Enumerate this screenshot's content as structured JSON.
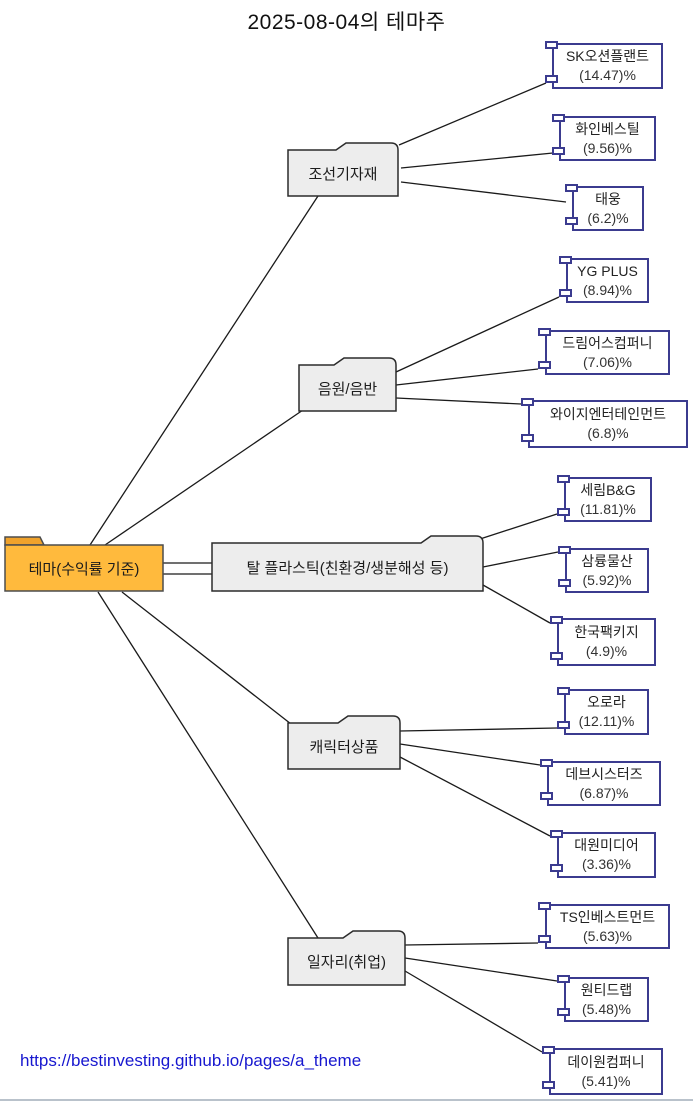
{
  "title": "2025-08-04의 테마주",
  "root": {
    "label": "테마(수익률 기준)"
  },
  "branches": [
    {
      "label": "조선기자재",
      "leaves": [
        {
          "name": "SK오션플랜트",
          "pct": "(14.47)%"
        },
        {
          "name": "화인베스틸",
          "pct": "(9.56)%"
        },
        {
          "name": "태웅",
          "pct": "(6.2)%"
        }
      ]
    },
    {
      "label": "음원/음반",
      "leaves": [
        {
          "name": "YG PLUS",
          "pct": "(8.94)%"
        },
        {
          "name": "드림어스컴퍼니",
          "pct": "(7.06)%"
        },
        {
          "name": "와이지엔터테인먼트",
          "pct": "(6.8)%"
        }
      ]
    },
    {
      "label": "탈 플라스틱(친환경/생분해성 등)",
      "leaves": [
        {
          "name": "세림B&G",
          "pct": "(11.81)%"
        },
        {
          "name": "삼륭물산",
          "pct": "(5.92)%"
        },
        {
          "name": "한국팩키지",
          "pct": "(4.9)%"
        }
      ]
    },
    {
      "label": "캐릭터상품",
      "leaves": [
        {
          "name": "오로라",
          "pct": "(12.11)%"
        },
        {
          "name": "데브시스터즈",
          "pct": "(6.87)%"
        },
        {
          "name": "대원미디어",
          "pct": "(3.36)%"
        }
      ]
    },
    {
      "label": "일자리(취업)",
      "leaves": [
        {
          "name": "TS인베스트먼트",
          "pct": "(5.63)%"
        },
        {
          "name": "원티드랩",
          "pct": "(5.48)%"
        },
        {
          "name": "데이원컴퍼니",
          "pct": "(5.41)%"
        }
      ]
    }
  ],
  "footer": {
    "link": "https://bestinvesting.github.io/pages/a_theme"
  },
  "colors": {
    "root_fill": "#FFBA3D",
    "root_tab": "#F0A22B",
    "branch_fill": "#EDEDED",
    "branch_border": "#2B2B2B",
    "leaf_border": "#3B3B8F",
    "connector": "#1A1A1A",
    "link": "#1717CF"
  }
}
